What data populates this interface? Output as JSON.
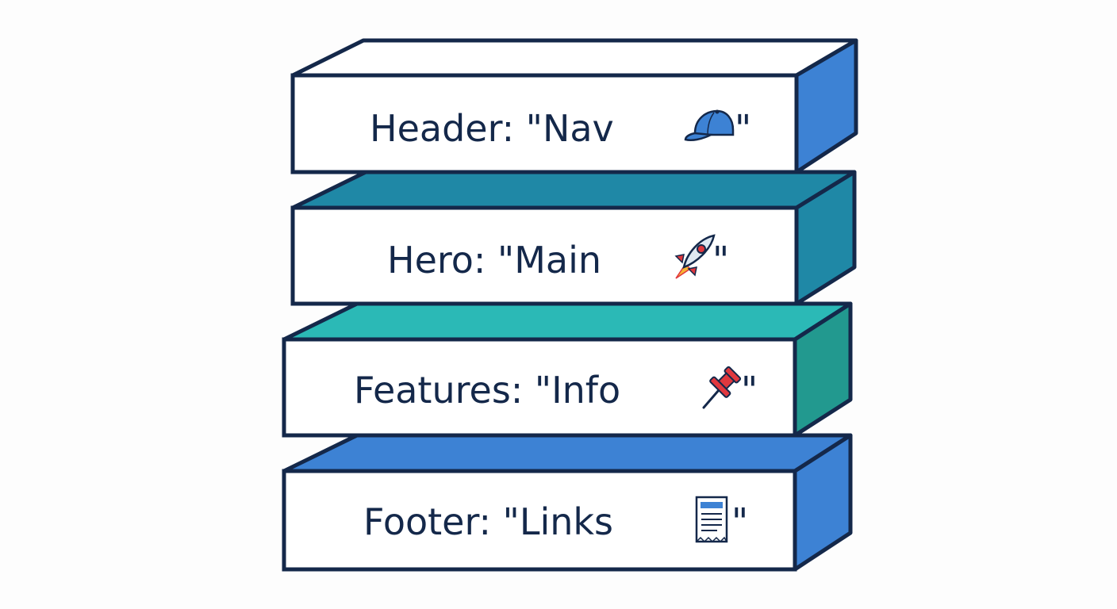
{
  "colors": {
    "outline": "#14284a",
    "label_text": "#14284a",
    "front_face": "#ffffff",
    "background": "#fdfdfd"
  },
  "layers": [
    {
      "name": "header",
      "label": "Header: \"Nav ",
      "closing_quote": "\"",
      "icon": "cap-icon",
      "top_color": "#ffffff",
      "side_color": "#3d82d4"
    },
    {
      "name": "hero",
      "label": "Hero: \"Main ",
      "closing_quote": "\"",
      "icon": "rocket-icon",
      "top_color": "#1f88a6",
      "side_color": "#1f88a6"
    },
    {
      "name": "features",
      "label": "Features: \"Info ",
      "closing_quote": "\"",
      "icon": "pushpin-icon",
      "top_color": "#2bb9b6",
      "side_color": "#22998f"
    },
    {
      "name": "footer",
      "label": "Footer: \"Links ",
      "closing_quote": "\"",
      "icon": "receipt-icon",
      "top_color": "#3d82d4",
      "side_color": "#3d82d4"
    }
  ]
}
